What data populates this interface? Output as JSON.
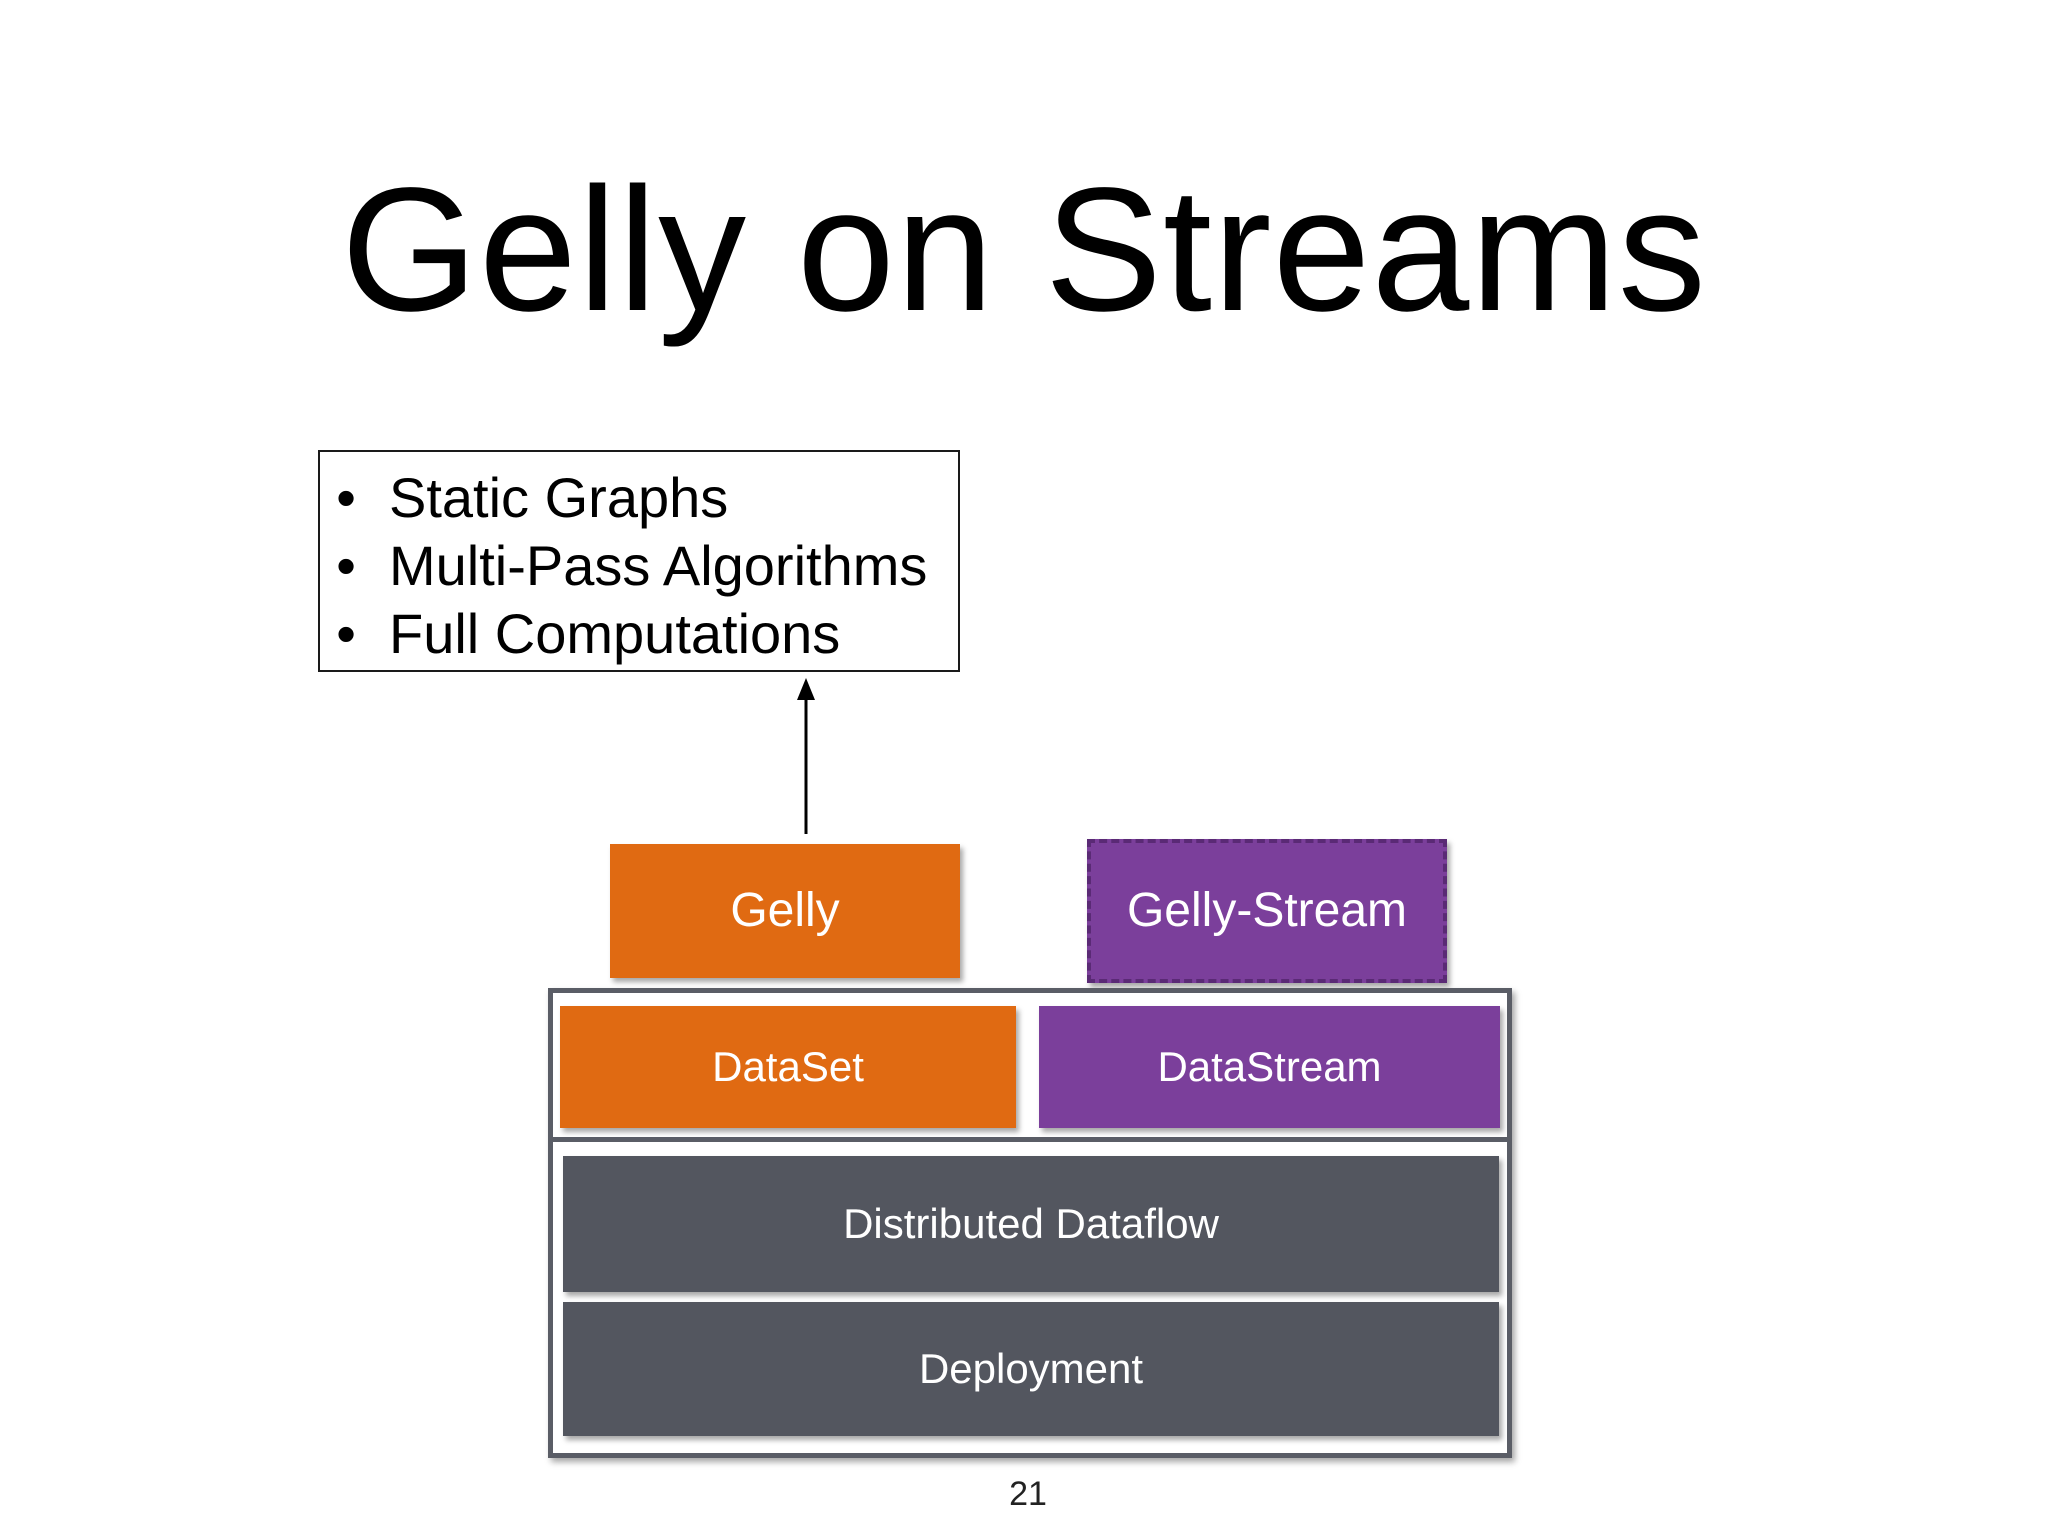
{
  "slide": {
    "title": "Gelly on Streams",
    "page_number": "21"
  },
  "callout": {
    "bullet_symbol": "•",
    "items": [
      "Static Graphs",
      "Multi-Pass Algorithms",
      "Full Computations"
    ]
  },
  "stack": {
    "gelly": "Gelly",
    "gelly_stream": "Gelly-Stream",
    "dataset": "DataSet",
    "datastream": "DataStream",
    "dataflow": "Distributed Dataflow",
    "deployment": "Deployment"
  },
  "colors": {
    "orange": "#e06a12",
    "purple": "#7b3f9b",
    "gray": "#53565f"
  }
}
